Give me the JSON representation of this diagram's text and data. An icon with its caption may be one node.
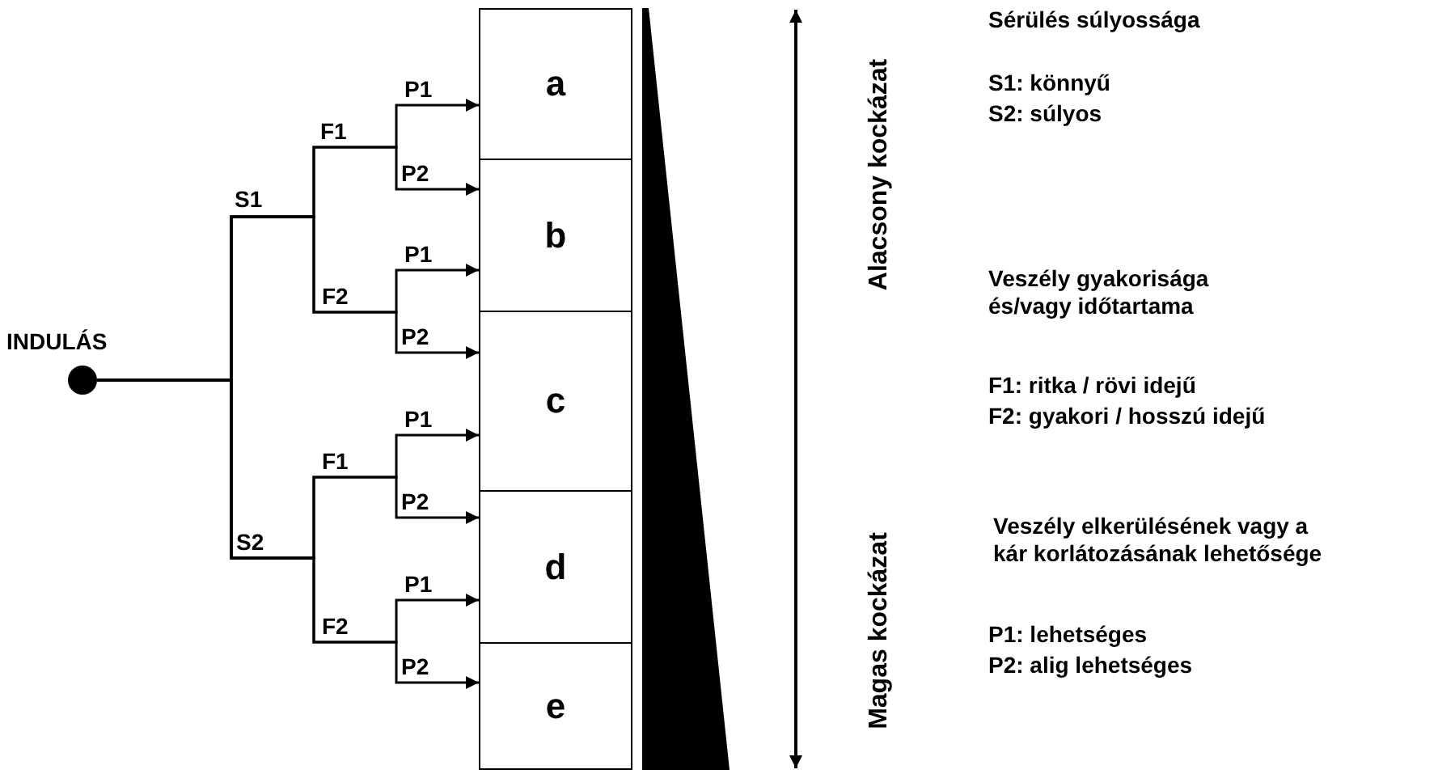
{
  "diagram": {
    "nodes": [
      {
        "text": [],
        "shape": "circle",
        "beside": [
          "INDULÁS"
        ]
      },
      {
        "text": [
          "a"
        ]
      },
      {
        "text": [
          "b"
        ]
      },
      {
        "text": [
          "c"
        ]
      },
      {
        "text": [
          "d"
        ]
      },
      {
        "text": [
          "e"
        ]
      }
    ],
    "edges": [
      {
        "from": 0,
        "to": 1,
        "arrow": "to"
      },
      {
        "from": 0,
        "to": 2,
        "arrow": "to"
      },
      {
        "from": 0,
        "to": 2,
        "arrow": "to"
      },
      {
        "from": 0,
        "to": 3,
        "arrow": "to"
      },
      {
        "from": 0,
        "to": 3,
        "arrow": "to"
      },
      {
        "from": 0,
        "to": 4,
        "arrow": "to"
      },
      {
        "from": 0,
        "to": 4,
        "arrow": "to"
      },
      {
        "from": 0,
        "to": 5,
        "arrow": "to"
      }
    ],
    "labels": [
      "P1",
      "F1",
      "P2",
      "S1",
      "P1",
      "F2",
      "P2",
      "P1",
      "F1",
      "P2",
      "S2",
      "P1",
      "F2",
      "P2",
      "Alacsony kockázat",
      "Magas kockázat",
      "Sérülés súlyossága",
      "S1: könnyű",
      "S2: súlyos",
      "Veszély gyakorisága és/vagy időtartama",
      "F1: ritka / rövi idejű",
      "F2: gyakori / hosszú idejű",
      "Veszély elkerülésének vagy a kár korlátozásának lehetősége",
      "P1: lehetséges",
      "P2: alig lehetséges"
    ]
  }
}
